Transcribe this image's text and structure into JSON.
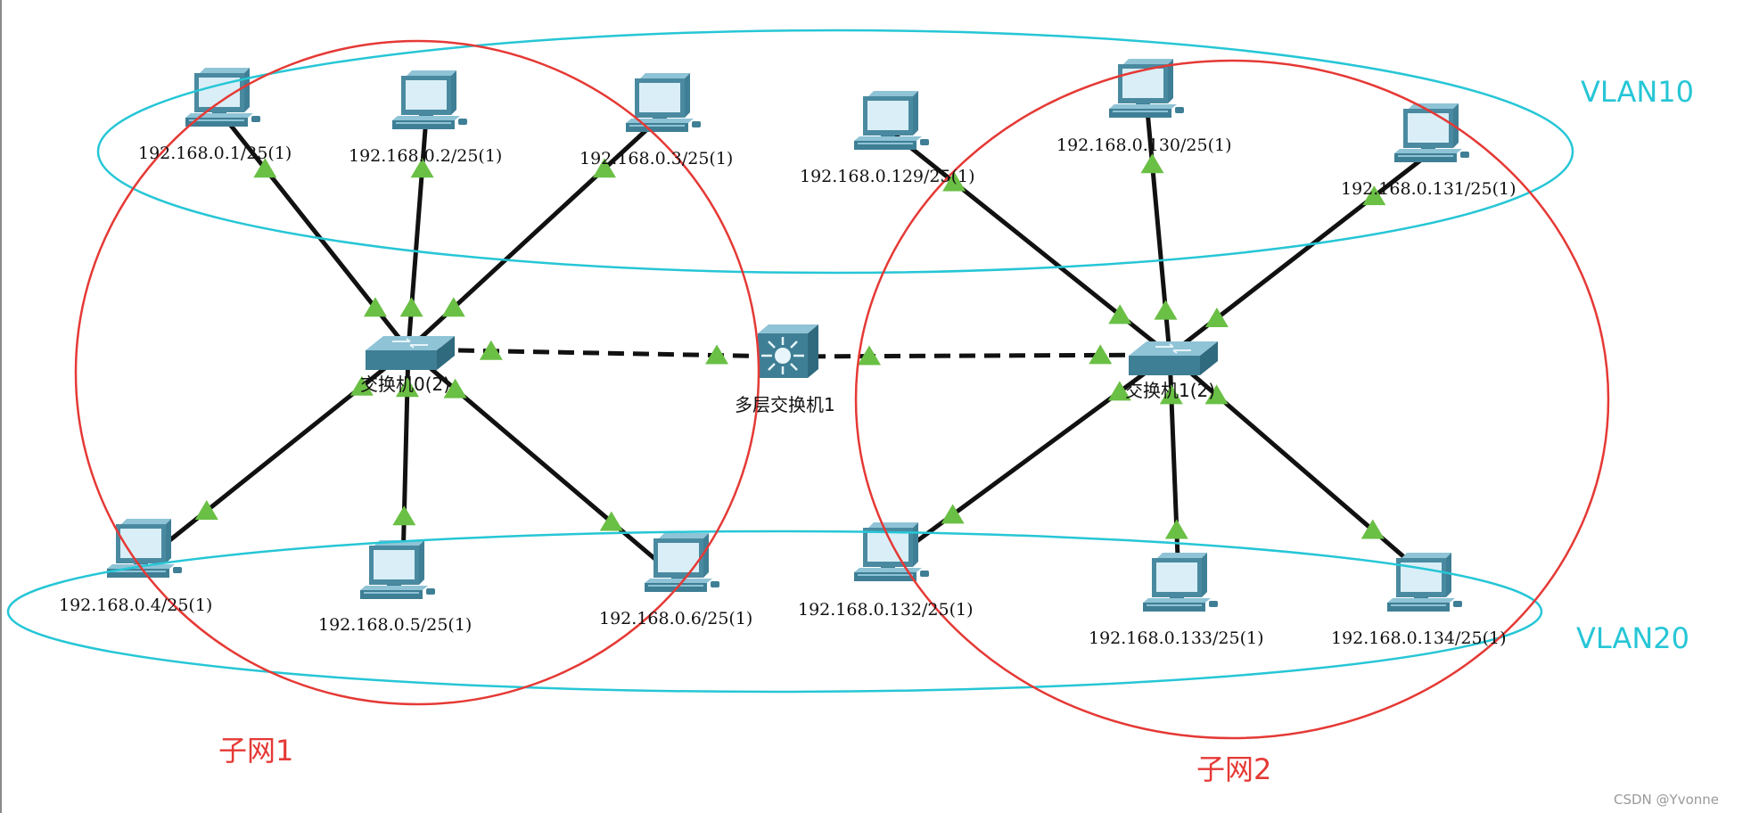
{
  "colors": {
    "link": "#111111",
    "port_up": "#6abf45",
    "subnet_outline": "#e53935",
    "vlan_outline": "#26c6d6",
    "subnet_text": "#e53935",
    "vlan_text": "#26c6d6",
    "device_dark": "#3f7f95",
    "device_light": "#8fc3d6",
    "screen": "#d9eef7"
  },
  "annotations": {
    "vlan10": "VLAN10",
    "vlan20": "VLAN20",
    "subnet1": "子网1",
    "subnet2": "子网2",
    "watermark": "CSDN @⁠Yvonne⁠"
  },
  "devices": {
    "multilayer_switch": {
      "name": "多层交换机1",
      "icon": "multilayer-switch-icon"
    },
    "switch0": {
      "name": "交换机0(2)",
      "icon": "switch-icon"
    },
    "switch1": {
      "name": "交换机1(2)",
      "icon": "switch-icon"
    },
    "pcs": [
      {
        "id": "pc1",
        "label": "192.168.0.1/25(1)",
        "vlan": "VLAN10",
        "subnet": "子网1",
        "uplink": "switch0"
      },
      {
        "id": "pc2",
        "label": "192.168.0.2/25(1)",
        "vlan": "VLAN10",
        "subnet": "子网1",
        "uplink": "switch0"
      },
      {
        "id": "pc3",
        "label": "192.168.0.3/25(1)",
        "vlan": "VLAN10",
        "subnet": "子网1",
        "uplink": "switch0"
      },
      {
        "id": "pc4",
        "label": "192.168.0.4/25(1)",
        "vlan": "VLAN20",
        "subnet": "子网1",
        "uplink": "switch0"
      },
      {
        "id": "pc5",
        "label": "192.168.0.5/25(1)",
        "vlan": "VLAN20",
        "subnet": "子网1",
        "uplink": "switch0"
      },
      {
        "id": "pc6",
        "label": "192.168.0.6/25(1)",
        "vlan": "VLAN20",
        "subnet": "子网1",
        "uplink": "switch0"
      },
      {
        "id": "pc129",
        "label": "192.168.0.129/25(1)",
        "vlan": "VLAN10",
        "subnet": "子网2",
        "uplink": "switch1"
      },
      {
        "id": "pc130",
        "label": "192.168.0.130/25(1)",
        "vlan": "VLAN10",
        "subnet": "子网2",
        "uplink": "switch1"
      },
      {
        "id": "pc131",
        "label": "192.168.0.131/25(1)",
        "vlan": "VLAN10",
        "subnet": "子网2",
        "uplink": "switch1"
      },
      {
        "id": "pc132",
        "label": "192.168.0.132/25(1)",
        "vlan": "VLAN20",
        "subnet": "子网2",
        "uplink": "switch1"
      },
      {
        "id": "pc133",
        "label": "192.168.0.133/25(1)",
        "vlan": "VLAN20",
        "subnet": "子网2",
        "uplink": "switch1"
      },
      {
        "id": "pc134",
        "label": "192.168.0.134/25(1)",
        "vlan": "VLAN20",
        "subnet": "子网2",
        "uplink": "switch1"
      }
    ]
  },
  "trunk_links": [
    {
      "from": "switch0",
      "to": "multilayer_switch",
      "style": "dashed"
    },
    {
      "from": "multilayer_switch",
      "to": "switch1",
      "style": "dashed"
    }
  ]
}
